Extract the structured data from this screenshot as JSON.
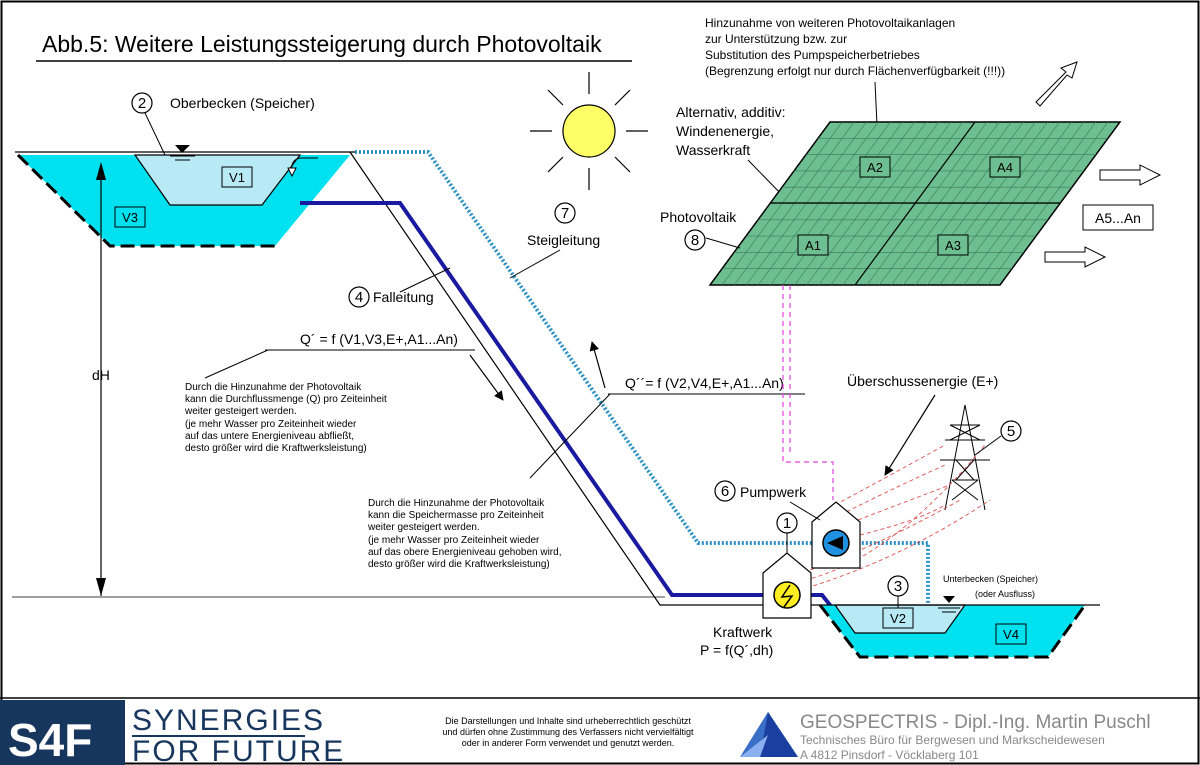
{
  "title": "Abb.5: Weitere Leistungssteigerung durch Photovoltaik",
  "upper_basin": {
    "label": "Oberbecken (Speicher)",
    "marker": "2",
    "v1": "V1",
    "v3": "V3"
  },
  "lower_basin": {
    "label": "Unterbecken (Speicher)",
    "sub": "(oder Ausfluss)",
    "marker": "3",
    "v2": "V2",
    "v4": "V4"
  },
  "dh_label": "dH",
  "falleitung": {
    "marker": "4",
    "label": "Falleitung"
  },
  "steigleitung": {
    "marker": "7",
    "label": "Steigleitung"
  },
  "photovoltaik": {
    "marker": "8",
    "label": "Photovoltaik"
  },
  "panels": [
    "A2",
    "A4",
    "A1",
    "A3"
  ],
  "panel_more": "A5...An",
  "alternative": [
    "Alternativ, additiv:",
    "Windenenergie,",
    "Wasserkraft"
  ],
  "hinzunahme": [
    "Hinzunahme von weiteren Photovoltaikanlagen",
    "zur Unterstützung bzw. zur",
    "Substitution des Pumpspeicherbetriebes",
    "(Begrenzung erfolgt nur durch Flächenverfügbarkeit (!!!))"
  ],
  "formula_q1": "Q´ = f (V1,V3,E+,A1...An)",
  "formula_q2": "Q´´= f (V2,V4,E+,A1...An)",
  "note1": [
    "Durch die Hinzunahme der Photovoltaik",
    "kann die Durchflussmenge (Q) pro Zeiteinheit",
    "weiter gesteigert werden.",
    "(je mehr Wasser pro Zeiteinheit wieder",
    "auf das untere Energieniveau abfließt,",
    "desto größer wird die Kraftwerksleistung)"
  ],
  "note2": [
    "Durch die Hinzunahme der Photovoltaik",
    "kann die Speichermasse pro Zeiteinheit",
    "weiter gesteigert werden.",
    "(je mehr Wasser pro Zeiteinheit wieder",
    "auf das obere Energieniveau gehoben wird,",
    "desto größer wird die Kraftwerksleistung)"
  ],
  "ueberschuss": {
    "label": "Überschussenergie (E+)",
    "marker": "5"
  },
  "pumpwerk": {
    "marker": "6",
    "label": "Pumpwerk"
  },
  "kraftwerk": {
    "marker": "1",
    "label": "Kraftwerk",
    "formula": "P = f(Q´,dh)"
  },
  "footer": {
    "s4f": "S4F",
    "synergies": "SYNERGIES",
    "for_future": "FOR FUTURE",
    "copyright": [
      "Die Darstellungen und Inhalte sind urheberrechtlich geschützt",
      "und dürfen ohne Zustimmung des Verfassers nicht vervielfältigt",
      "oder in anderer Form verwendet und genutzt werden."
    ],
    "geo_name": "GEOSPECTRIS - Dipl.-Ing. Martin Puschl",
    "geo_line2": "Technisches Büro für Bergwesen und Markscheidewesen",
    "geo_line3": "A 4812 Pinsdorf - Vöcklaberg 101"
  },
  "colors": {
    "water": "#00e1f0",
    "water_light": "#b8eaf5",
    "pv_green": "#6dbf92",
    "pipe_down": "#1a1aa0",
    "pipe_up": "#3399cc",
    "sun": "#ffff66",
    "pink": "#e040e0",
    "red_dash": "#e05050",
    "s4f_bg": "#17365d"
  }
}
